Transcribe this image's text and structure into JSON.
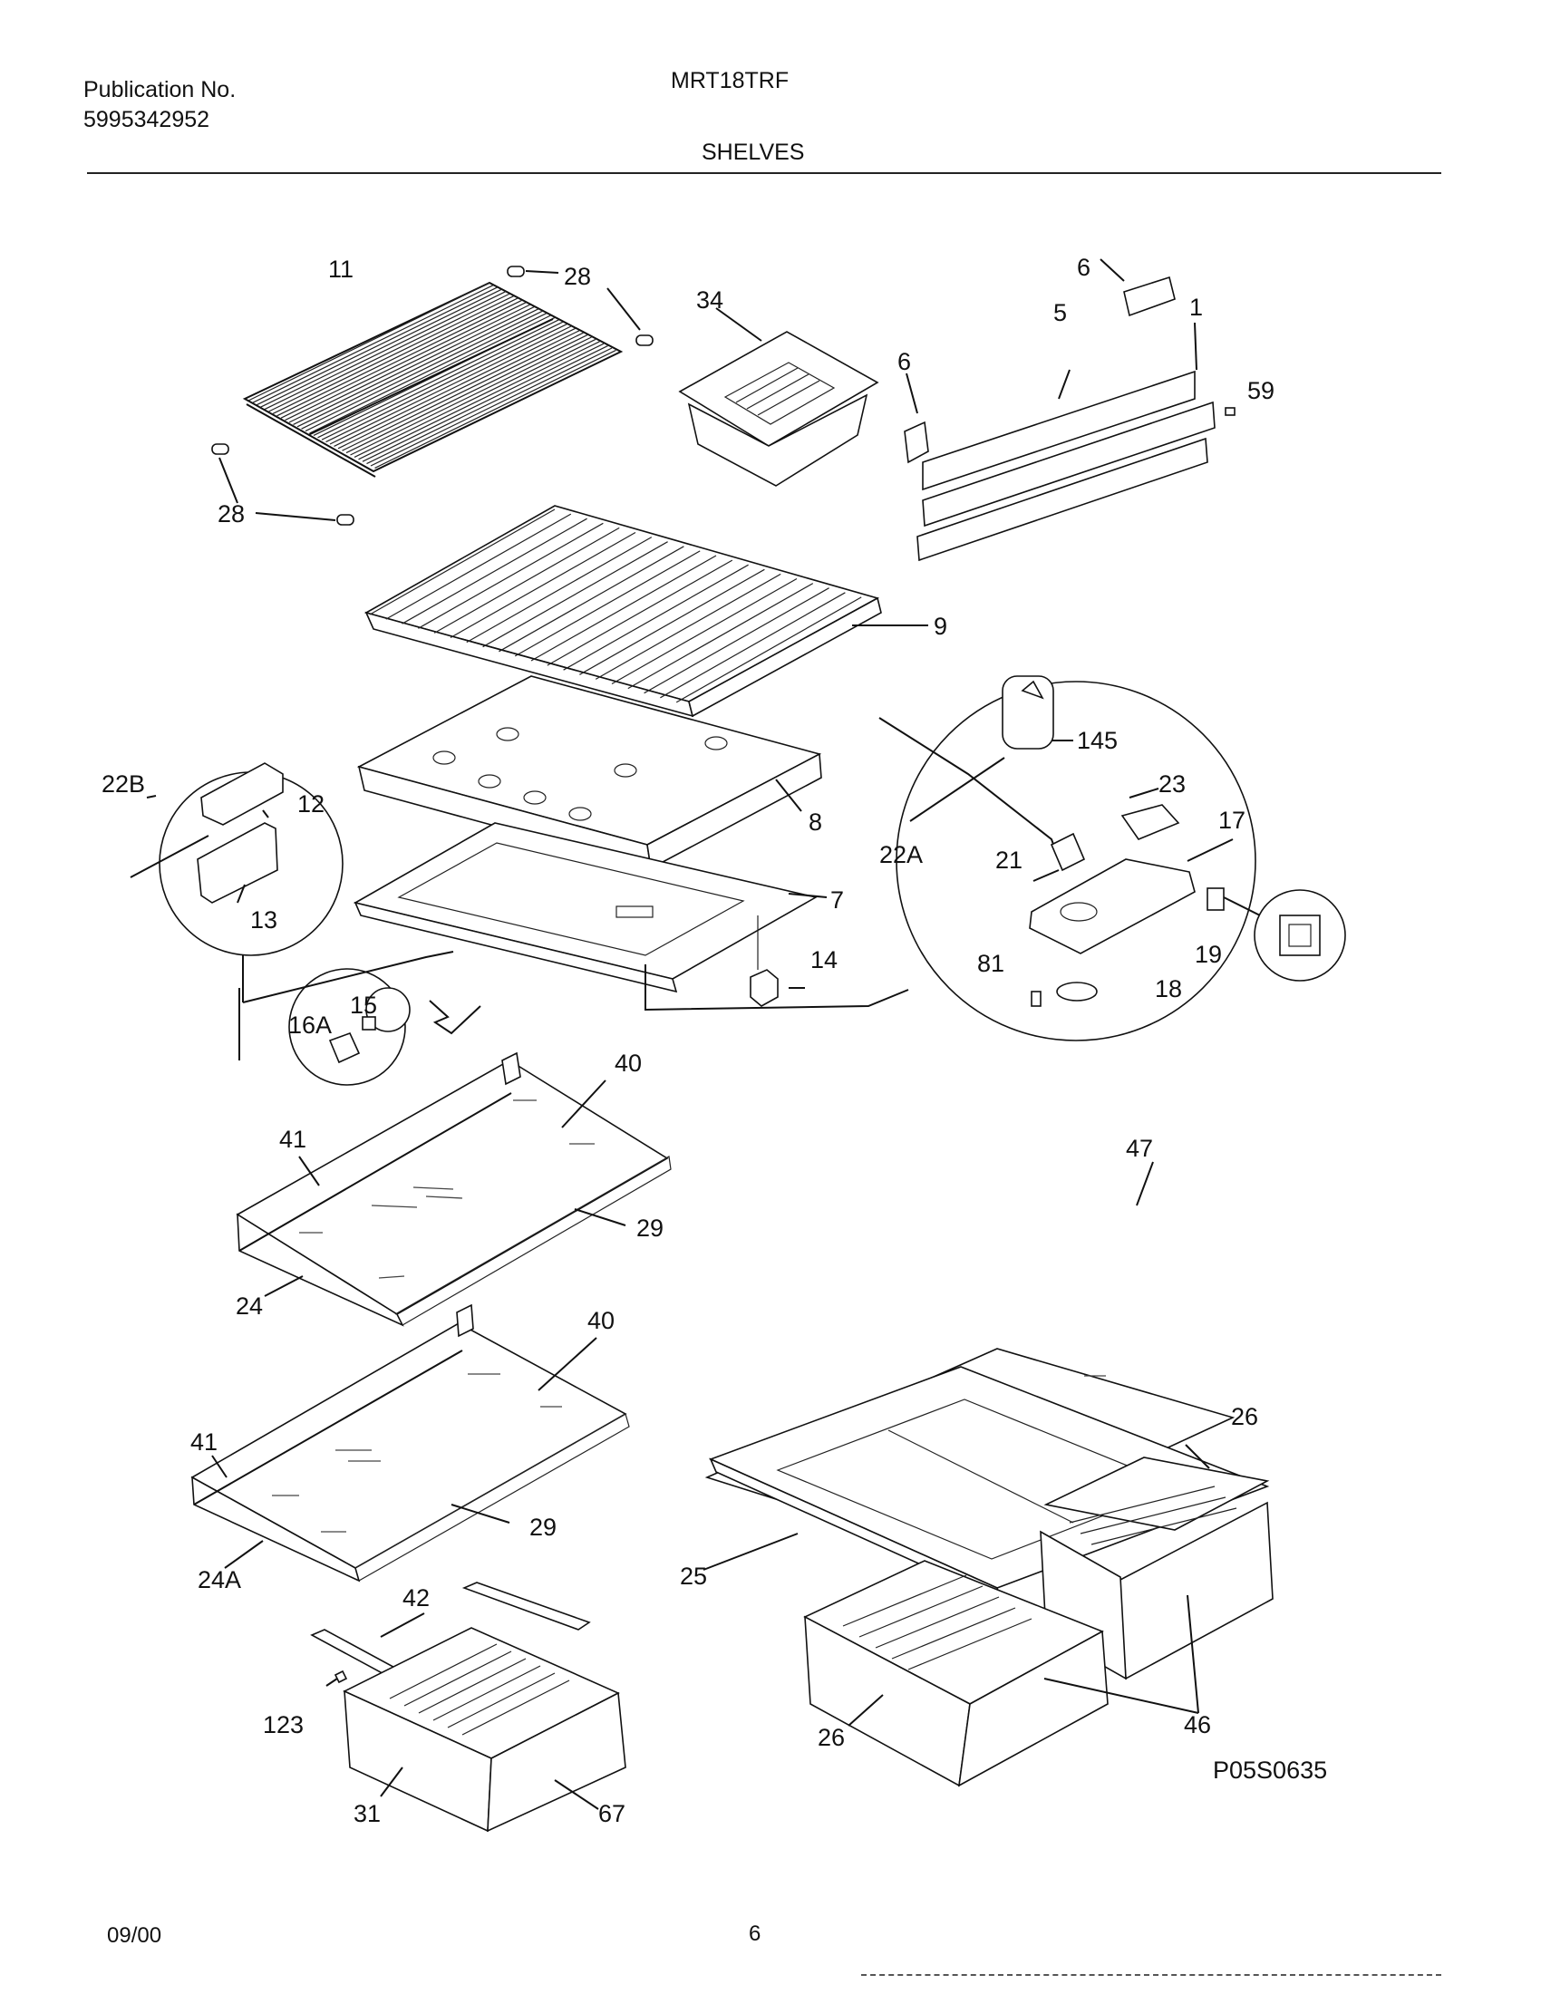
{
  "header": {
    "publication_label": "Publication No.",
    "publication_number": "5995342952",
    "model": "MRT18TRF",
    "section_title": "SHELVES"
  },
  "callouts": {
    "c11": "11",
    "c28a": "28",
    "c28b": "28",
    "c34": "34",
    "c6a": "6",
    "c6b": "6",
    "c5": "5",
    "c1": "1",
    "c59": "59",
    "c9": "9",
    "c8": "8",
    "c7": "7",
    "c22b": "22B",
    "c12": "12",
    "c13": "13",
    "c14": "14",
    "c15": "15",
    "c16a": "16A",
    "c145": "145",
    "c22a": "22A",
    "c23": "23",
    "c17": "17",
    "c21": "21",
    "c19": "19",
    "c81": "81",
    "c18": "18",
    "c40a": "40",
    "c41a": "41",
    "c29a": "29",
    "c24": "24",
    "c40b": "40",
    "c41b": "41",
    "c29b": "29",
    "c24a": "24A",
    "c42": "42",
    "c123": "123",
    "c31": "31",
    "c67": "67",
    "c47": "47",
    "c26a": "26",
    "c25": "25",
    "c26b": "26",
    "c46": "46"
  },
  "drawing_code": "P05S0635",
  "footer": {
    "date": "09/00",
    "page": "6"
  }
}
